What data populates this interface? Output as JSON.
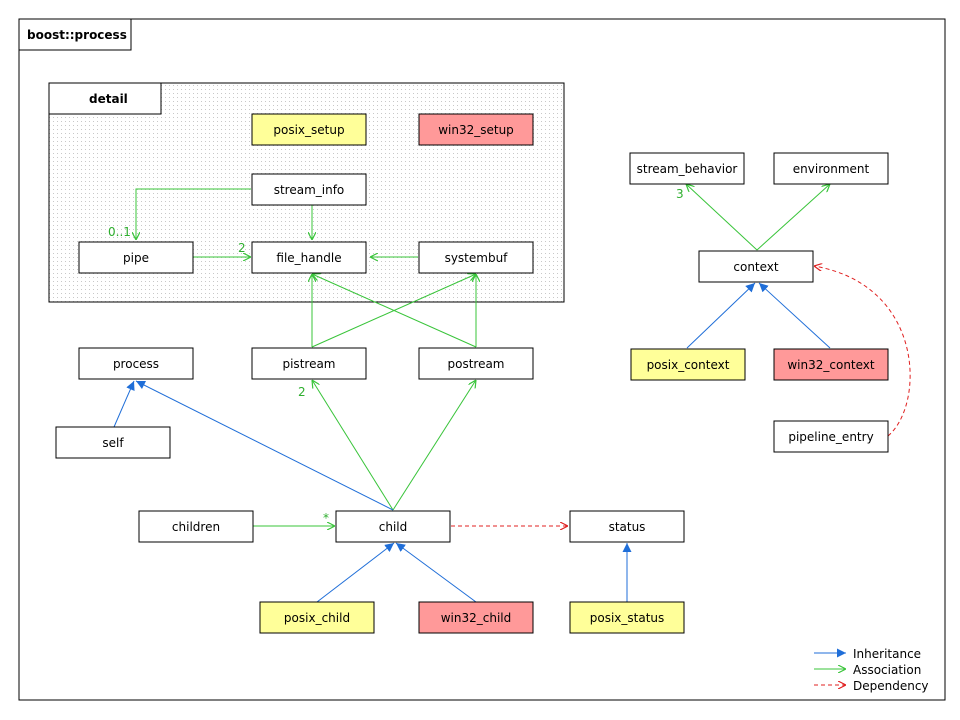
{
  "title": "boost::process",
  "package": "detail",
  "colors": {
    "posix": "#ffff99",
    "win32": "#ff9999",
    "plain": "#ffffff",
    "inheritance": "#1f6ed8",
    "association": "#39c43a",
    "dependency": "#e02020"
  },
  "boxes": {
    "posix_setup": "posix_setup",
    "win32_setup": "win32_setup",
    "stream_info": "stream_info",
    "pipe": "pipe",
    "file_handle": "file_handle",
    "systembuf": "systembuf",
    "process": "process",
    "pistream": "pistream",
    "postream": "postream",
    "self": "self",
    "children": "children",
    "child": "child",
    "status": "status",
    "posix_child": "posix_child",
    "win32_child": "win32_child",
    "posix_status": "posix_status",
    "stream_behavior": "stream_behavior",
    "environment": "environment",
    "context": "context",
    "posix_context": "posix_context",
    "win32_context": "win32_context",
    "pipeline_entry": "pipeline_entry"
  },
  "multiplicities": {
    "pipe_from_stream_info": "0..1",
    "file_handle_from_pipe": "2",
    "pistream_from_child": "2",
    "child_from_children": "*",
    "stream_behavior_from_context": "3"
  },
  "legend": {
    "inheritance": "Inheritance",
    "association": "Association",
    "dependency": "Dependency"
  }
}
